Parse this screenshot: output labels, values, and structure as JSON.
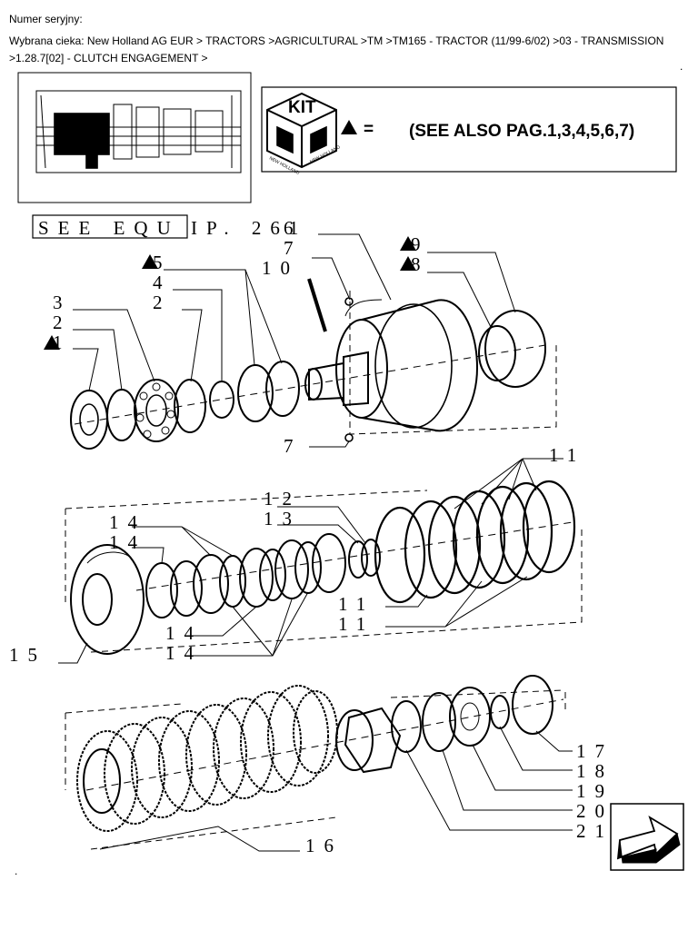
{
  "header": {
    "serial_label": "Numer seryjny:",
    "path_line1": "Wybrana cieka: New Holland AG EUR > TRACTORS >AGRICULTURAL >TM >TM165 - TRACTOR (11/99-6/02) >03 - TRANSMISSION",
    "path_line2": ">1.28.7[02] - CLUTCH ENGAGEMENT >"
  },
  "kit_box": {
    "kit_label": "KIT",
    "equals": "=",
    "see_also": "(SEE ALSO PAG.1,3,4,5,6,7)",
    "logo_left": "NEW HOLLAND",
    "logo_right": "NEW HOLLAND"
  },
  "diagram": {
    "see_equip_box": "SEE EQU",
    "see_equip_rest": "IP. 261",
    "callouts": {
      "c6": "6",
      "c7a": "7",
      "c10": "10",
      "c9": "9",
      "c8": "8",
      "c5": "5",
      "c4": "4",
      "c2a": "2",
      "c3": "3",
      "c2b": "2",
      "c1": "1",
      "c7b": "7",
      "c11a": "11",
      "c12": "12",
      "c13": "13",
      "c14a": "14",
      "c14b": "14",
      "c11b": "11",
      "c11c": "11",
      "c14c": "14",
      "c14d": "14",
      "c15": "15",
      "c17": "17",
      "c18": "18",
      "c19": "19",
      "c20": "20",
      "c21": "21",
      "c16": "16"
    }
  },
  "nav": {
    "next_arrow_icon": "next-page-arrow-icon"
  },
  "footer": {
    "dot_top": ".",
    "dot_bottom": "."
  }
}
